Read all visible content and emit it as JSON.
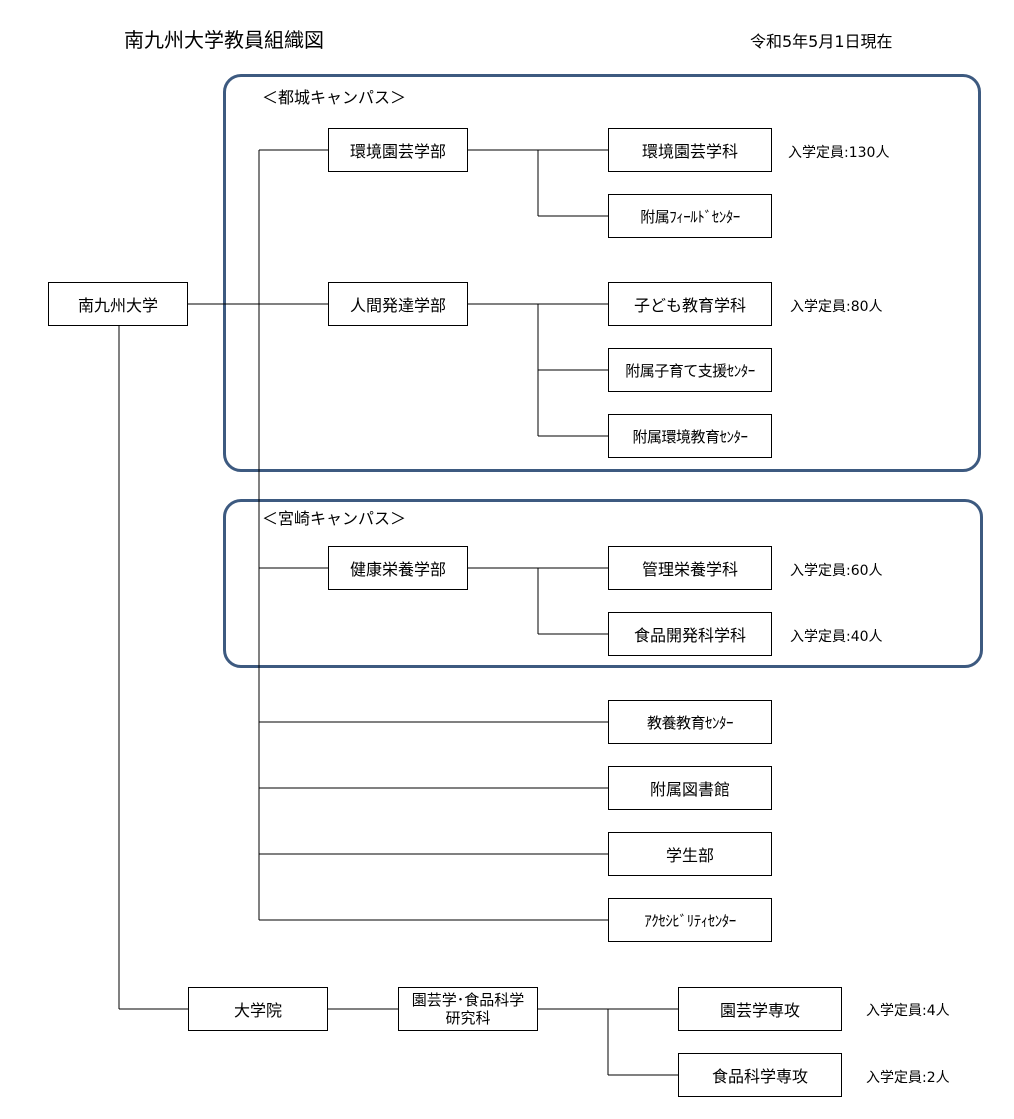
{
  "header": {
    "title": "南九州大学教員組織図",
    "date": "令和5年5月1日現在"
  },
  "campuses": {
    "miyakonojo": "＜都城キャンパス＞",
    "miyazaki": "＜宮崎キャンパス＞"
  },
  "nodes": {
    "university": "南九州大学",
    "env_hort_faculty": "環境園芸学部",
    "env_hort_dept": "環境園芸学科",
    "field_center": "附属ﾌｨｰﾙﾄﾞｾﾝﾀｰ",
    "human_dev_faculty": "人間発達学部",
    "child_edu_dept": "子ども教育学科",
    "childcare_center": "附属子育て支援ｾﾝﾀｰ",
    "env_edu_center": "附属環境教育ｾﾝﾀｰ",
    "health_nutr_faculty": "健康栄養学部",
    "mgmt_nutr_dept": "管理栄養学科",
    "food_dev_dept": "食品開発科学科",
    "liberal_edu_center": "教養教育ｾﾝﾀｰ",
    "library": "附属図書館",
    "student_affairs": "学生部",
    "accessibility_center": "ｱｸｾｼﾋﾞﾘﾃｨｾﾝﾀｰ",
    "graduate_school": "大学院",
    "grad_course_line1": "園芸学･食品科学",
    "grad_course_line2": "研究科",
    "hort_major": "園芸学専攻",
    "food_sci_major": "食品科学専攻"
  },
  "quotas": {
    "env_hort_dept": "入学定員:130人",
    "child_edu_dept": "入学定員:80人",
    "mgmt_nutr_dept": "入学定員:60人",
    "food_dev_dept": "入学定員:40人",
    "hort_major": "入学定員:4人",
    "food_sci_major": "入学定員:2人"
  },
  "colors": {
    "campus_border": "#3d5a80",
    "line": "#000000"
  }
}
